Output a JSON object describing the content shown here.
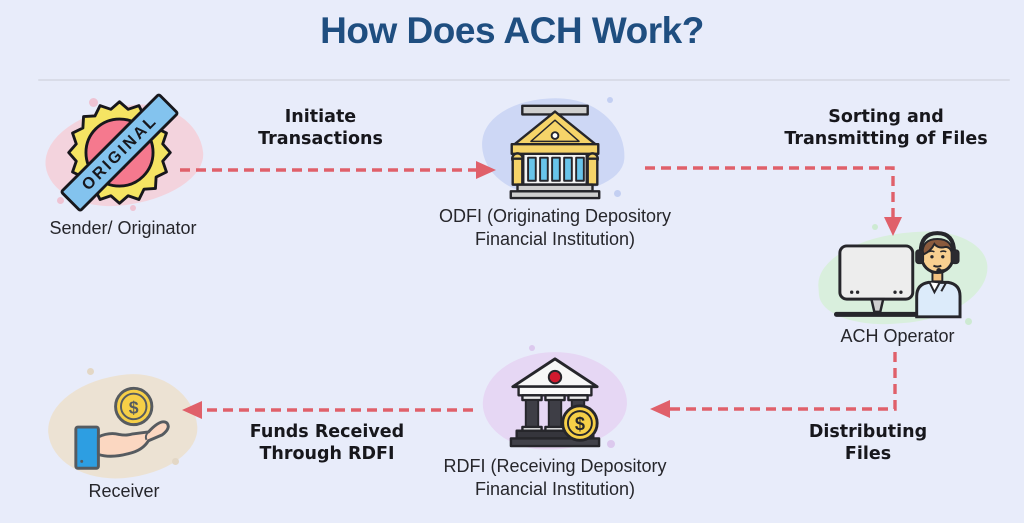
{
  "title": "How Does ACH Work?",
  "colors": {
    "background": "#e8ecfa",
    "title": "#1f4e80",
    "arrow": "#e0606a",
    "annotation_text": "#17171c",
    "label_text": "#26262b",
    "sender_blob": "#f3d3dd",
    "odfi_blob": "#cdd7f5",
    "ach_blob": "#d9efdd",
    "rdfi_blob": "#e6d7f4",
    "receiver_blob": "#ece2d3",
    "coin_gold": "#f6cf47",
    "stamp_yellow": "#f5e463",
    "stamp_pink": "#f5798e",
    "stamp_ribbon_blue": "#83c3ee",
    "column_cyan": "#68c4ea",
    "pediment_yellow": "#f6d469",
    "shirt_blue": "#dcebfa",
    "sleeve_blue": "#2d9ee2"
  },
  "nodes": {
    "sender": {
      "label": "Sender/ Originator",
      "icon": "original-stamp-icon"
    },
    "odfi": {
      "label": "ODFI (Originating Depository Financial Institution)",
      "icon": "bank-building-icon"
    },
    "ach_operator": {
      "label": "ACH Operator",
      "icon": "operator-with-headset-icon"
    },
    "rdfi": {
      "label": "RDFI (Receiving Depository Financial Institution)",
      "icon": "bank-with-dollar-coin-icon"
    },
    "receiver": {
      "label": "Receiver",
      "icon": "hand-receiving-coin-icon"
    }
  },
  "arrows": {
    "initiate": {
      "label": "Initiate Transactions"
    },
    "sorting": {
      "label": "Sorting and Transmitting of Files"
    },
    "distributing": {
      "label": "Distributing Files"
    },
    "funds": {
      "label": "Funds Received Through RDFI"
    }
  },
  "stamp_text": "ORIGINAL",
  "coin_symbol": "$"
}
